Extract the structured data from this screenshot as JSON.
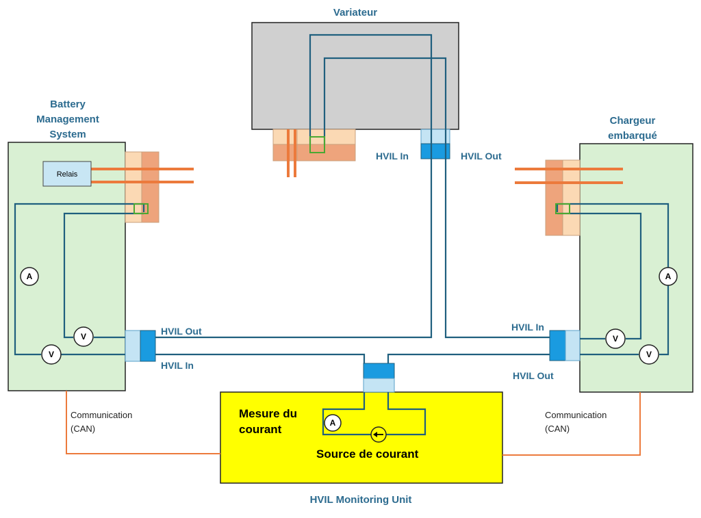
{
  "blocks": {
    "variateur": "Variateur",
    "bms_line1": "Battery",
    "bms_line2": "Management",
    "bms_line3": "System",
    "chargeur_line1": "Chargeur",
    "chargeur_line2": "embarqué",
    "monitoring_unit": "HVIL Monitoring Unit"
  },
  "labels": {
    "relais": "Relais",
    "hvil_in": "HVIL In",
    "hvil_out": "HVIL Out",
    "communication": "Communication",
    "can": "(CAN)",
    "mesure_line1": "Mesure du",
    "mesure_line2": "courant",
    "source": "Source de courant"
  },
  "meters": {
    "ammeter": "A",
    "voltmeter": "V"
  },
  "colors": {
    "wire": "#1f5f7e",
    "label_text": "#2c6b8f",
    "bms_fill": "#d9f0d3",
    "variateur_fill": "#d0d0d0",
    "monitoring_fill": "#ffff00",
    "connector_dark": "#1a9be0",
    "connector_light": "#c4e4f4",
    "power_connector_light": "#fbd9b4",
    "power_connector_dark": "#eea47c",
    "power_cable": "#ec7a3c",
    "relais_fill": "#c8e6f4"
  }
}
